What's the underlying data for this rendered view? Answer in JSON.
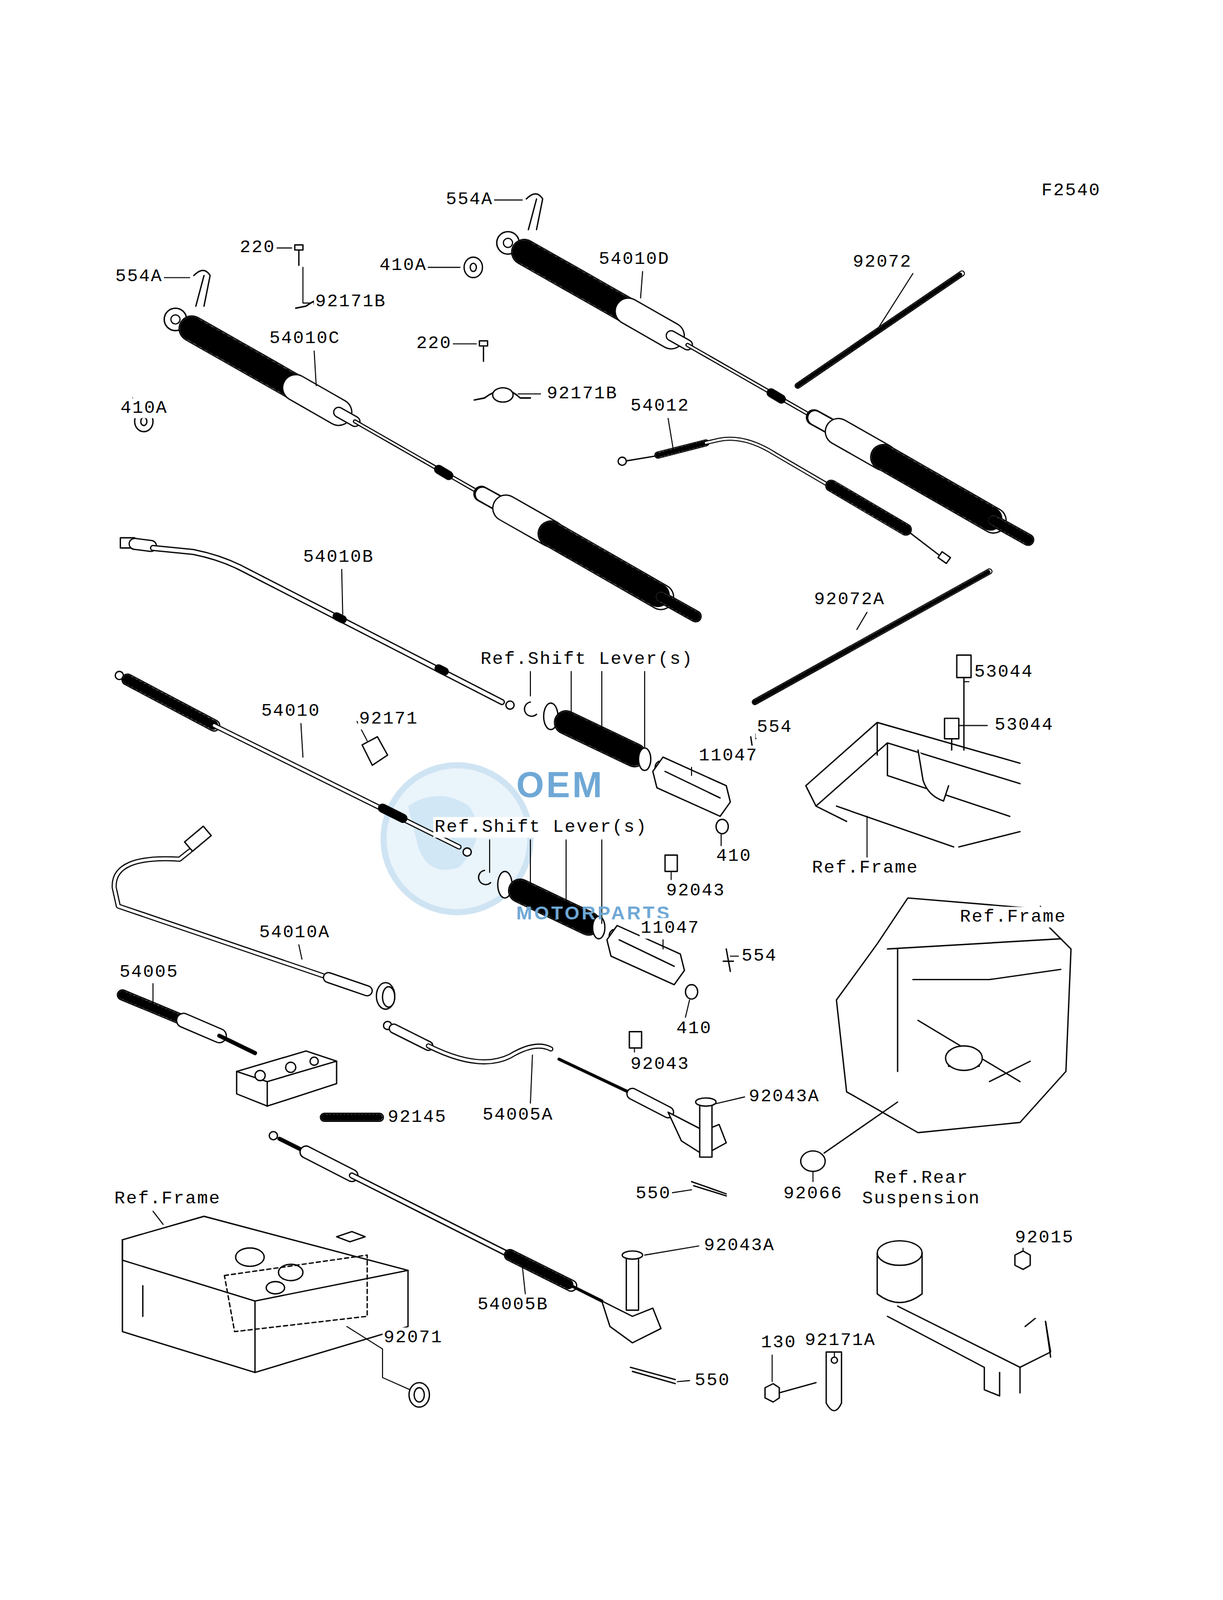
{
  "diagram": {
    "labels": [
      "F2540",
      "554A",
      "220",
      "92072",
      "54010D",
      "410A",
      "554A",
      "92171B",
      "54010C",
      "220",
      "92171B",
      "54012",
      "410A",
      "54010B",
      "92072A",
      "Ref.Shift Lever(s)",
      "53044",
      "54010",
      "92171",
      "53044",
      "554",
      "11047",
      "OEM",
      "Ref.Shift Lever(s)",
      "410",
      "Ref.Frame",
      "92043",
      "MOTORPARTS",
      "Ref.Frame",
      "11047",
      "54010A",
      "554",
      "54005",
      "410",
      "92043",
      "92043A",
      "54005A",
      "92145",
      "Ref.Rear Suspension",
      "92066",
      "550",
      "Ref.Frame",
      "92015",
      "92043A",
      "54005B",
      "92071",
      "130",
      "92171A",
      "550"
    ]
  }
}
